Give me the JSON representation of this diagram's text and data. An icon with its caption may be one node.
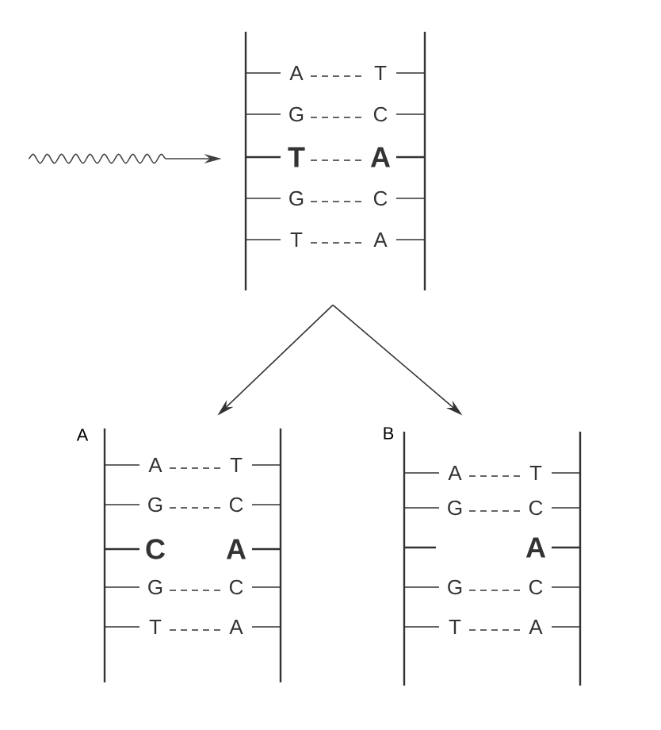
{
  "diagram": {
    "nodes": [
      {
        "text": [
          "A",
          "T",
          "G",
          "C",
          "T",
          "A",
          "G",
          "C",
          "T",
          "A"
        ]
      },
      {
        "text": [
          "A",
          "A",
          "T",
          "G",
          "C",
          "C",
          "A",
          "G",
          "C",
          "T",
          "A"
        ]
      },
      {
        "text": [
          "B",
          "A",
          "T",
          "G",
          "C",
          "A",
          "G",
          "C",
          "T",
          "A"
        ]
      }
    ],
    "edges": [
      {
        "from": null,
        "to": 0,
        "arrow": "to"
      },
      {
        "from": 0,
        "to": 1,
        "arrow": "to"
      },
      {
        "from": 0,
        "to": 2,
        "arrow": "to"
      }
    ]
  }
}
